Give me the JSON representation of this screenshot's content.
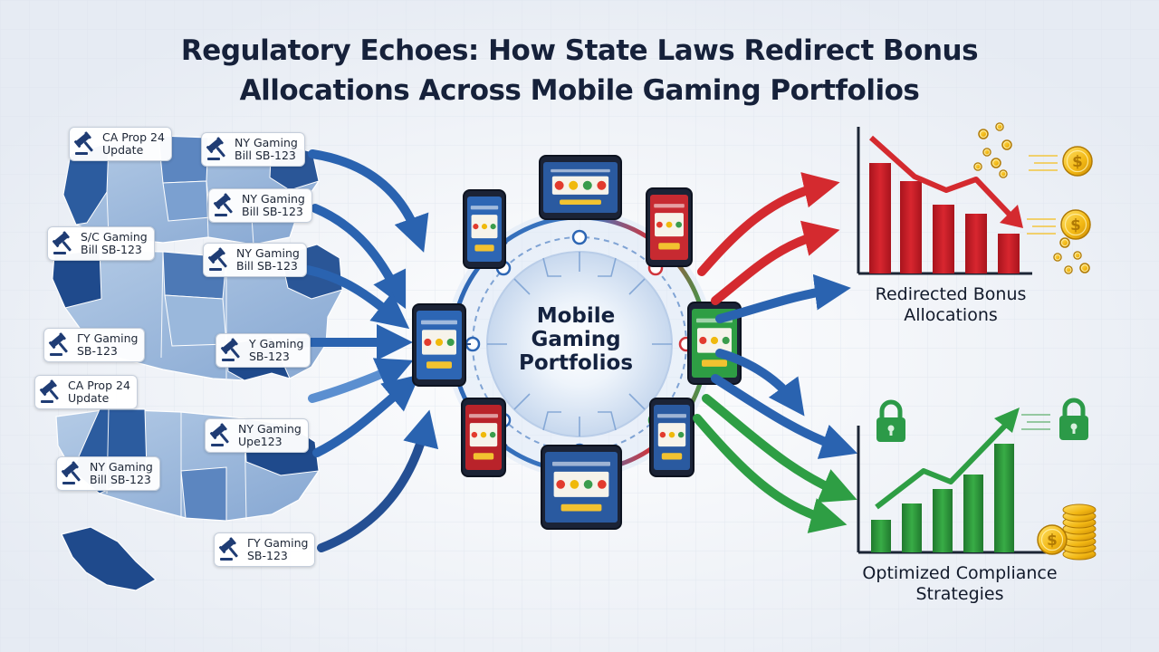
{
  "title": {
    "line1": "Regulatory Echoes: How State Laws Redirect Bonus",
    "line2": "Allocations Across Mobile Gaming Portfolios"
  },
  "hub": {
    "line1": "Mobile",
    "line2": "Gaming",
    "line3": "Portfolios"
  },
  "outcomes": {
    "redirected": {
      "line1": "Redirected Bonus",
      "line2": "Allocations"
    },
    "optimized": {
      "line1": "Optimized Compliance",
      "line2": "Strategies"
    }
  },
  "law_labels": [
    {
      "line1": "CA Prop 24",
      "line2": "Update"
    },
    {
      "line1": "NY Gaming",
      "line2": "Bill SB-123"
    },
    {
      "line1": "NY Gaming",
      "line2": "Bill SB-123"
    },
    {
      "line1": "S/C Gaming",
      "line2": "Bill SB-123"
    },
    {
      "line1": "NY Gaming",
      "line2": "Bill SB-123"
    },
    {
      "line1": "ΓY Gaming",
      "line2": "SB-123"
    },
    {
      "line1": "Y Gaming",
      "line2": "SB-123"
    },
    {
      "line1": "CA Prop 24",
      "line2": "Update"
    },
    {
      "line1": "NY Gaming",
      "line2": "Upe123"
    },
    {
      "line1": "NY Gaming",
      "line2": "Bill SB-123"
    },
    {
      "line1": "ΓY Gaming",
      "line2": "SB-123"
    }
  ],
  "colors": {
    "map_dark": "#1f4a8c",
    "map_light": "#9ab8dc",
    "arrow_blue": "#2a63b0",
    "arrow_red": "#d42a2f",
    "arrow_green": "#2e9e44",
    "bar_red": "#c8202a",
    "bar_green": "#2f9b3d",
    "coin_gold": "#f2b713",
    "lock_green": "#2c9a48"
  },
  "icons": [
    "gavel-icon",
    "lock-icon",
    "coin-icon",
    "slot-machine-icon",
    "trend-arrow-icon"
  ]
}
